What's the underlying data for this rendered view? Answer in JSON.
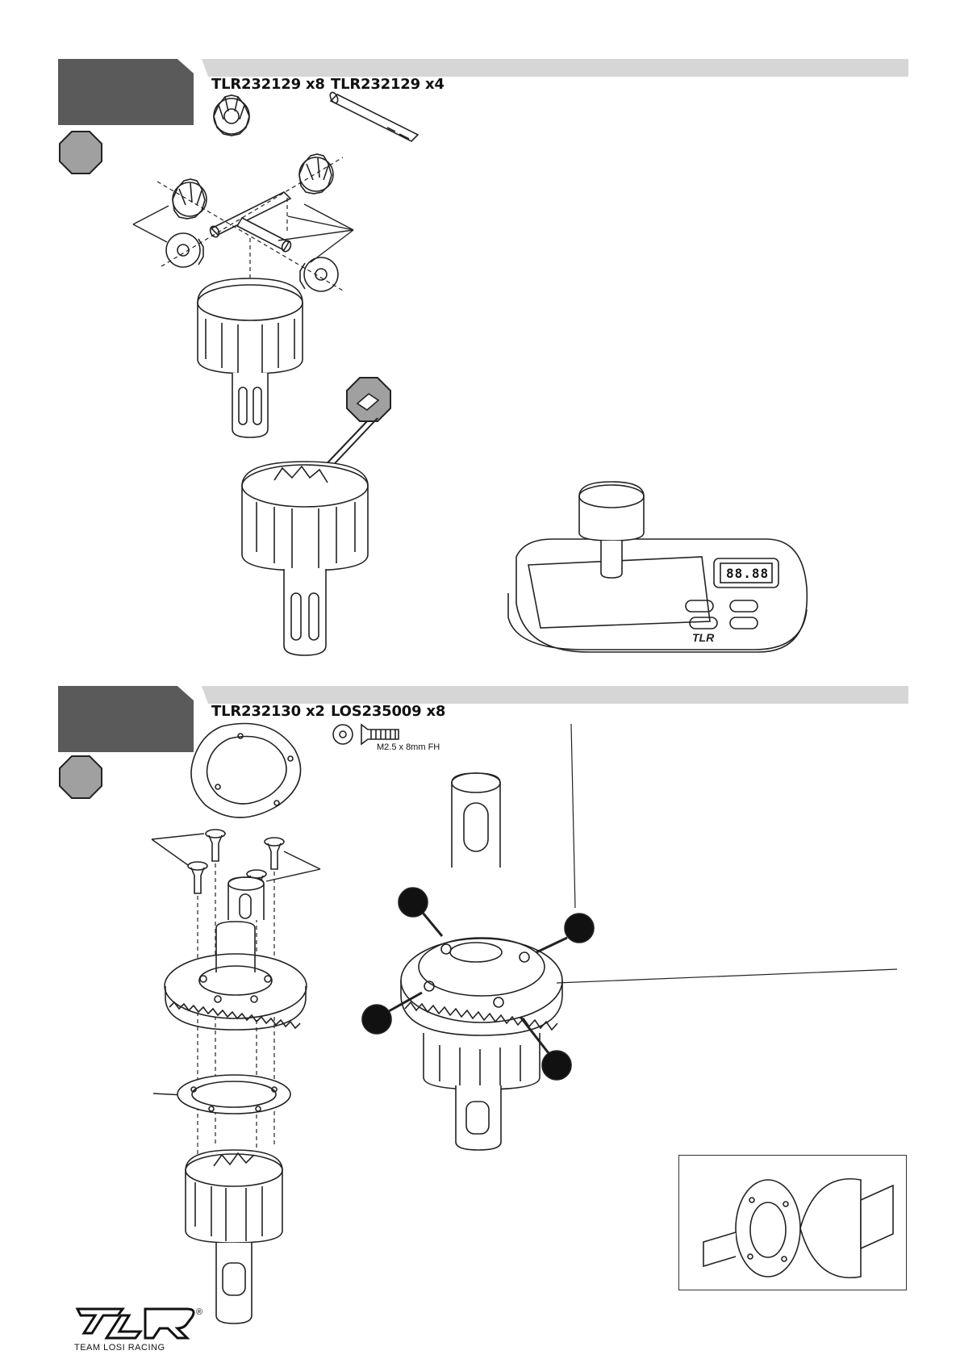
{
  "step1": {
    "part1": {
      "label": "TLR232129 x8",
      "icon": "bevel-gear-icon"
    },
    "part2": {
      "label": "TLR232129 x4",
      "icon": "cross-pin-icon"
    }
  },
  "step2": {
    "part1": {
      "label": "TLR232130 x2",
      "icon": "gasket-icon"
    },
    "part2": {
      "label": "LOS235009 x8",
      "icon": "screw-icon",
      "spec": "M2.5 x 8mm FH"
    }
  },
  "logo": {
    "text": "TEAM LOSI RACING",
    "reg": "®"
  },
  "scale_display": "88.88",
  "colors": {
    "step_tab": "#5a5a5a",
    "step_bar": "#d6d6d6",
    "octagon": "#a0a0a0"
  }
}
